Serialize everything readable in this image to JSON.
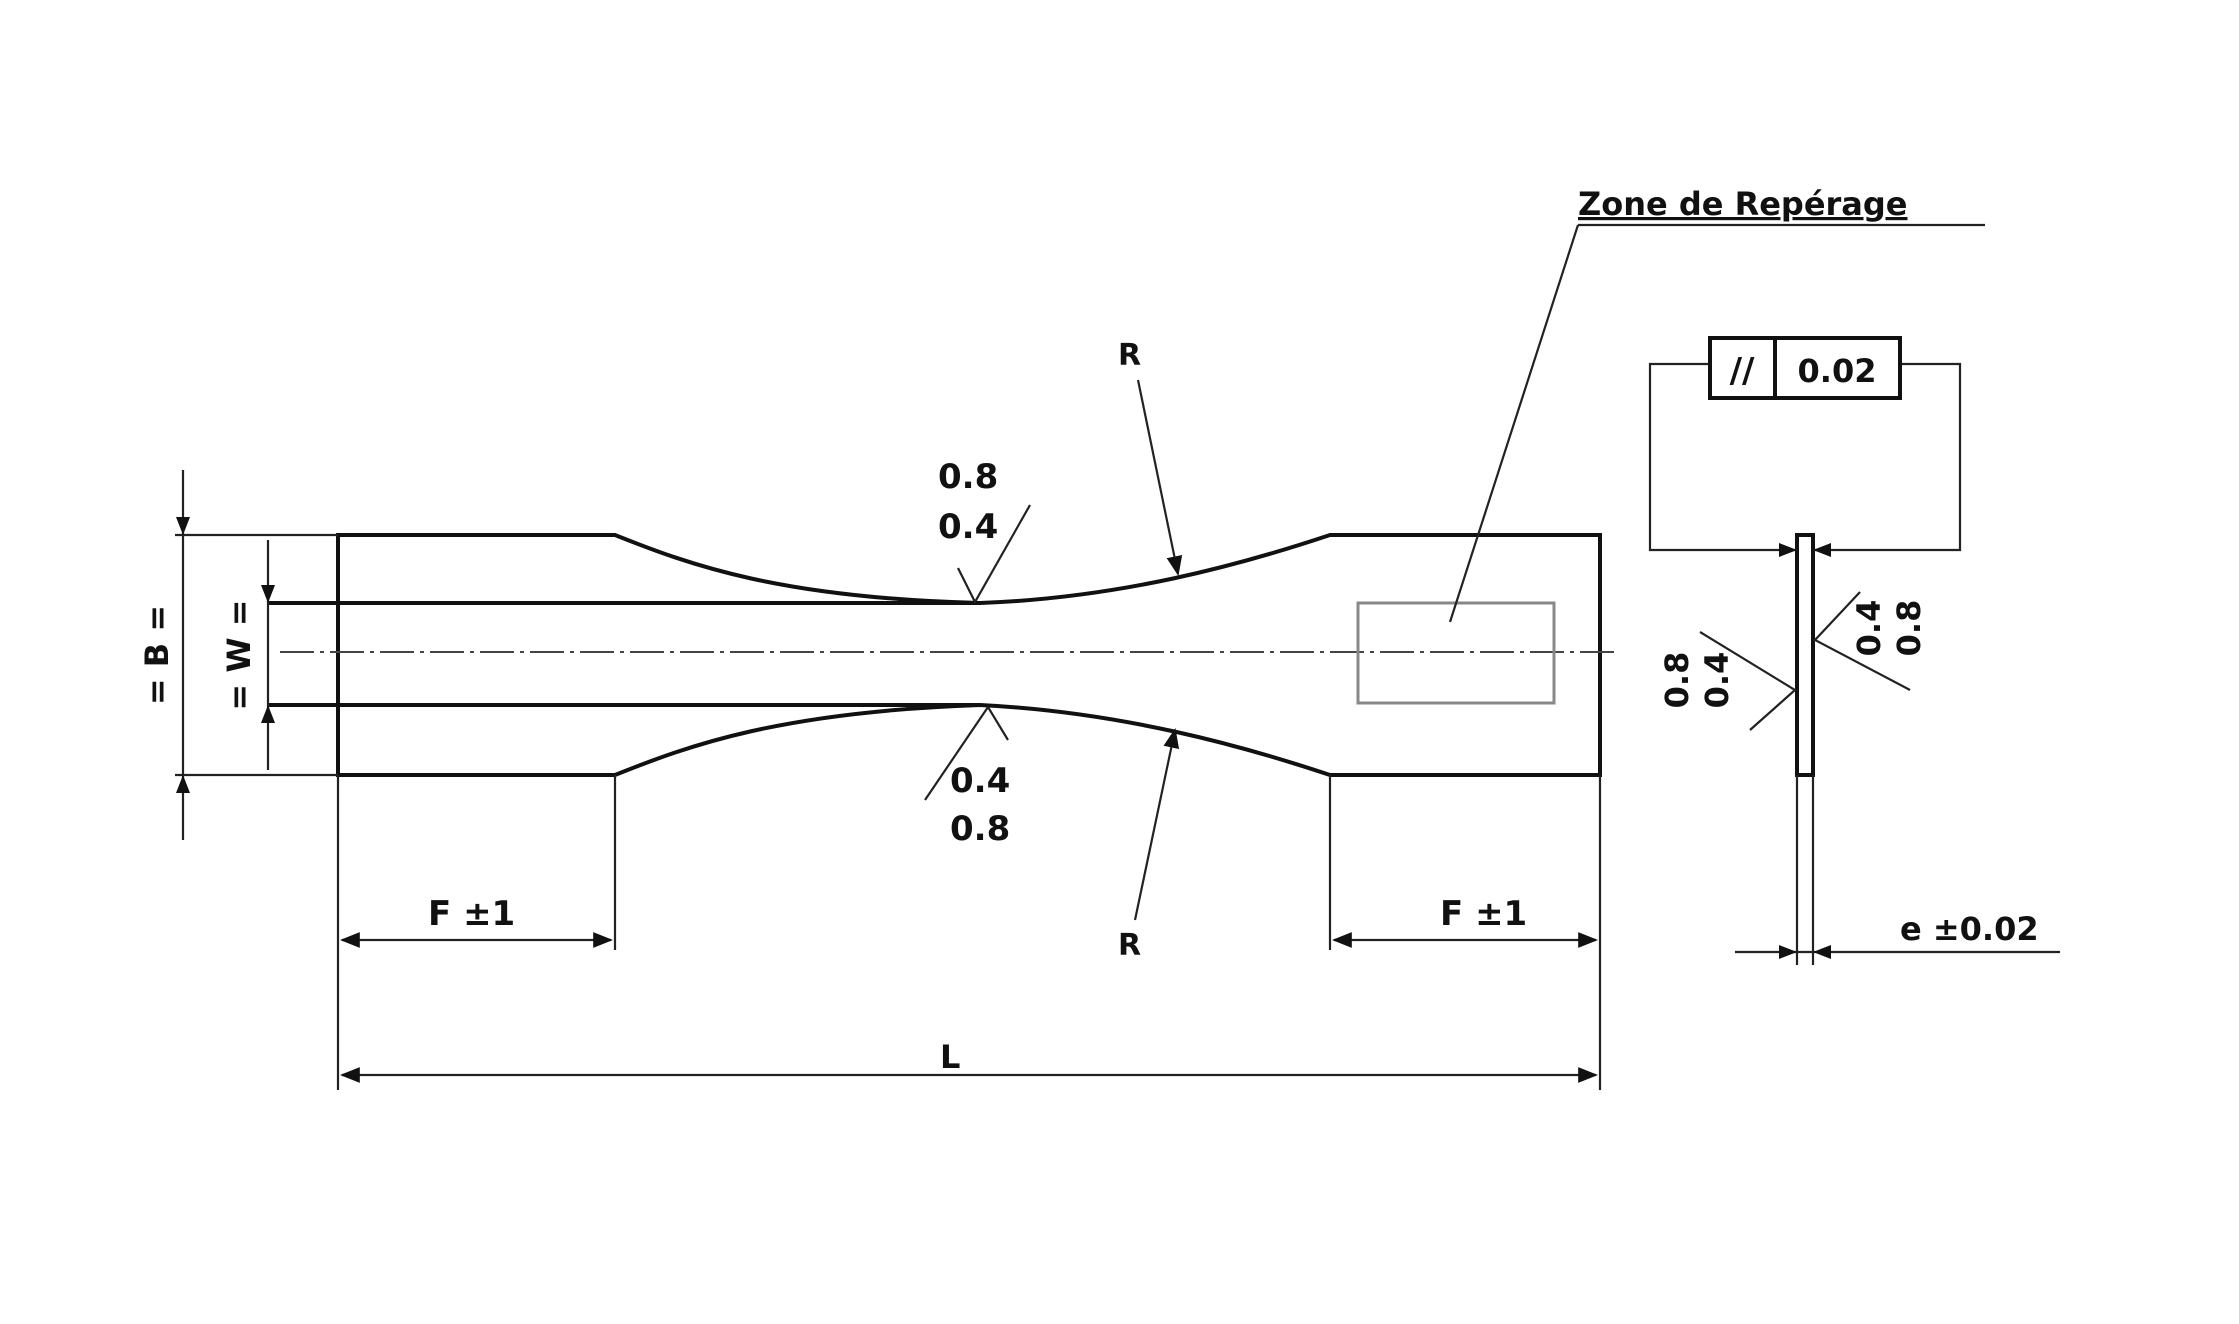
{
  "zone_label": "Zone de Repérage",
  "radius_label": "R",
  "roughness_top": [
    "0.8",
    "0.4"
  ],
  "roughness_bottom": [
    "0.4",
    "0.8"
  ],
  "roughness_side_left": [
    "0.8",
    "0.4"
  ],
  "roughness_side_right": [
    "0.4",
    "0.8"
  ],
  "tolerance_symbol": "//",
  "tolerance_value": "0.02",
  "dim_B": "= B =",
  "dim_W": "= W =",
  "dim_F": "F ±1",
  "dim_L": "L",
  "dim_e": "e ±0.02"
}
